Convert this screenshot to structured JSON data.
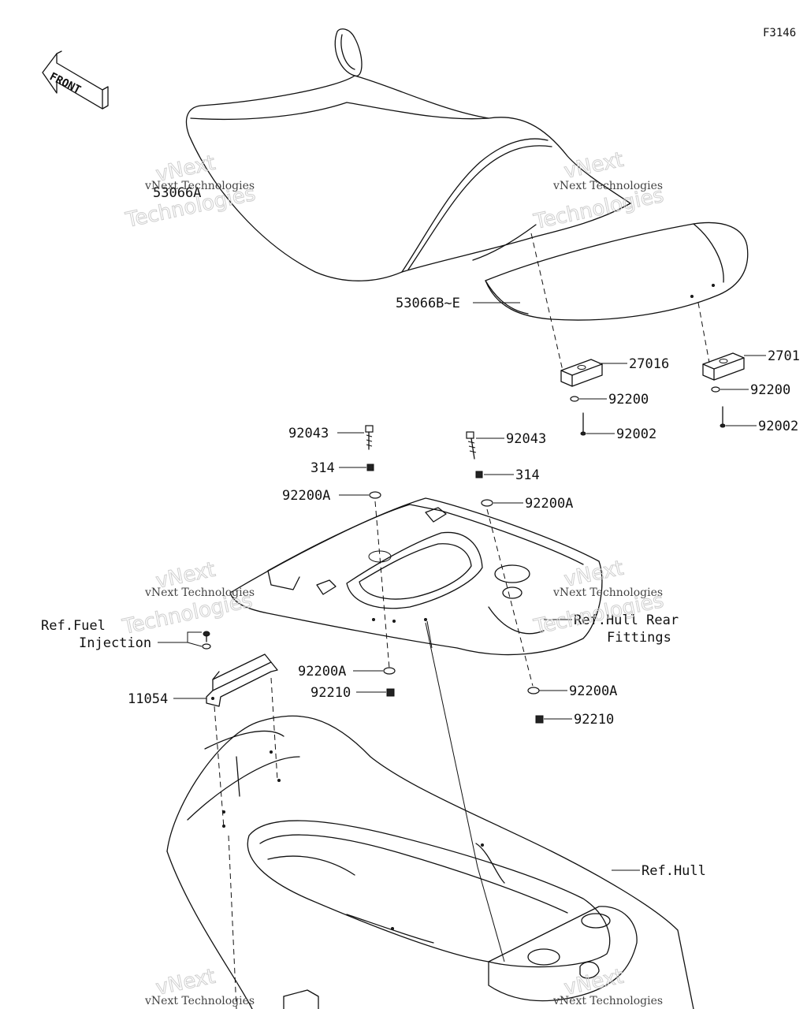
{
  "figure_code": "F3146",
  "front_badge": "FRONT",
  "watermark": {
    "brand": "vNext",
    "line": "vNext Technologies",
    "big": "Technologies"
  },
  "parts": {
    "seat_front": "53066A",
    "seat_rear": "53066B~E",
    "bracket_right": "27016",
    "bracket_far": "2701",
    "washer_right": "92200",
    "washer_far": "92200",
    "bolt_right": "92002",
    "bolt_far": "92002",
    "bolt_left": "92043",
    "bolt_mid": "92043",
    "nut_left": "314",
    "nut_mid": "314",
    "washer_a_left_top": "92200A",
    "washer_a_mid_top": "92200A",
    "washer_a_left_bottom": "92200A",
    "washer_a_mid_bottom": "92200A",
    "nut_left_bottom": "92210",
    "nut_mid_bottom": "92210",
    "bracket_fuel": "11054"
  },
  "refs": {
    "fuel_line1": "Ref.Fuel",
    "fuel_line2": "Injection",
    "hull_rear_line1": "Ref.Hull Rear",
    "hull_rear_line2": "Fittings",
    "hull": "Ref.Hull"
  }
}
